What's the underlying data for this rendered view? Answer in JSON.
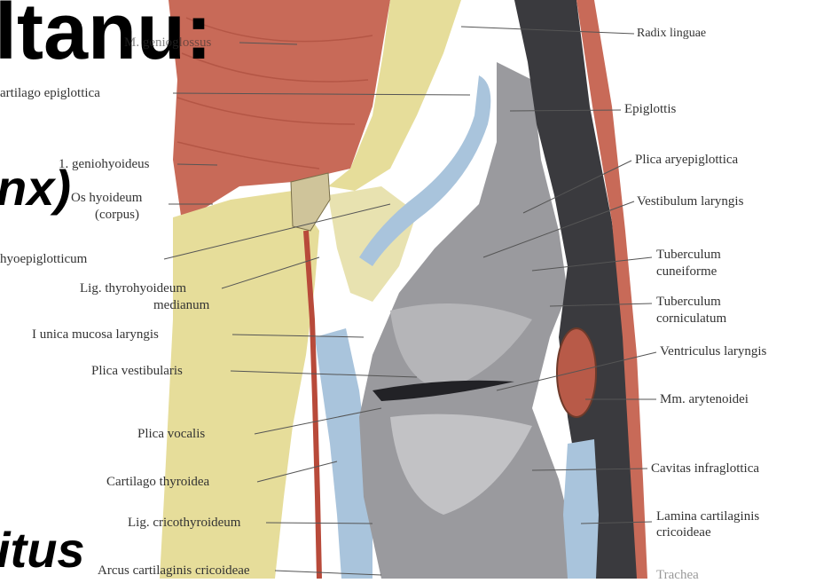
{
  "overlay": {
    "title_fragment": "ltanu:",
    "subtitle_fragment": "nx)",
    "bottom_fragment": "itus"
  },
  "labels_left": {
    "m_genioglossus": "M. genioglossus",
    "cartilago_epiglottica": "artilago epiglottica",
    "m_geniohyoideus": "1. geniohyoideus",
    "os_hyoideum": "Os hyoideum",
    "corpus": "(corpus)",
    "lig_hyoepiglotticum": "hyoepiglotticum",
    "lig_thyrohyoideum": "Lig. thyrohyoideum",
    "medianum": "medianum",
    "tunica_mucosa": "I unica mucosa laryngis",
    "plica_vestibularis": "Plica vestibularis",
    "plica_vocalis": "Plica vocalis",
    "cartilago_thyroidea": "Cartilago thyroidea",
    "lig_cricothyroideum": "Lig. cricothyroideum",
    "arcus_cartilaginis": "Arcus cartilaginis cricoideae"
  },
  "labels_right": {
    "radix_linguae": "Radix linguae",
    "epiglottis": "Epiglottis",
    "plica_aryepiglottica": "Plica aryepiglottica",
    "vestibulum_laryngis": "Vestibulum laryngis",
    "tuberculum_cuneiforme_1": "Tuberculum",
    "tuberculum_cuneiforme_2": "cuneiforme",
    "tuberculum_corniculatum_1": "Tuberculum",
    "tuberculum_corniculatum_2": "corniculatum",
    "ventriculus_laryngis": "Ventriculus laryngis",
    "mm_arytenoidei": "Mm. arytenoidei",
    "cavitas_infraglottica": "Cavitas infraglottica",
    "lamina_1": "Lamina cartilaginis",
    "lamina_2": "cricoideae",
    "trachea_partial": "Trachea"
  },
  "colors": {
    "muscle": "#c86a58",
    "fat": "#e6dd9a",
    "cartilage": "#a9c4dc",
    "mucosa": "#9a9a9e",
    "cavity_dark": "#3a3a3e",
    "leader_line": "#555555"
  }
}
